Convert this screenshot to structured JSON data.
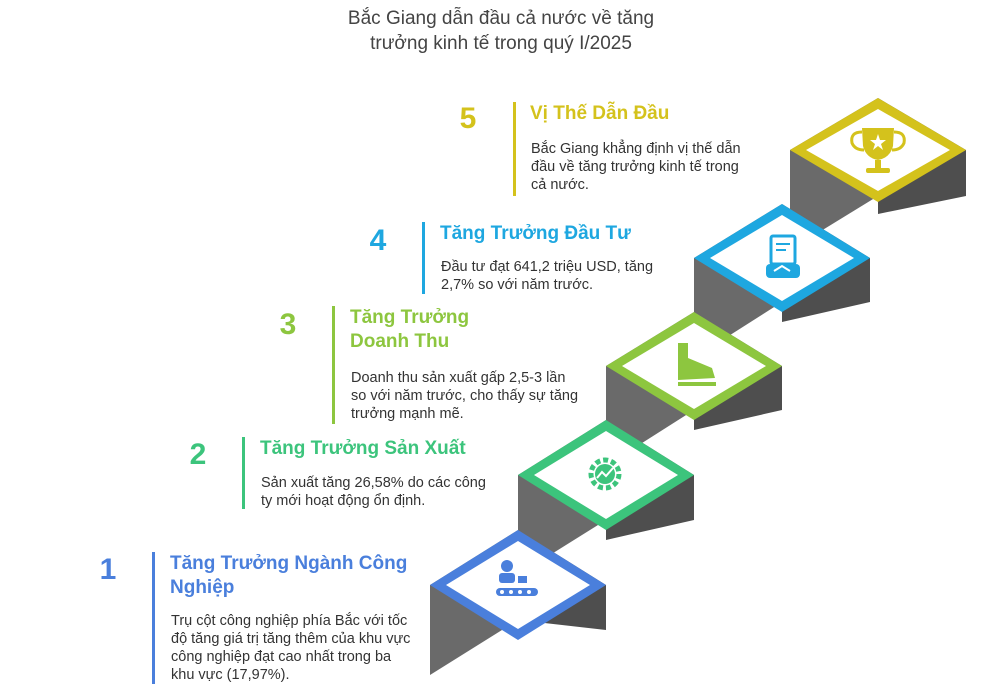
{
  "title": {
    "line1": "Bắc Giang dẫn đầu cả nước về tăng",
    "line2": "trưởng kinh tế trong quý I/2025"
  },
  "steps": [
    {
      "number": "1",
      "heading_line1": "Tăng Trưởng Ngành Công",
      "heading_line2": "Nghiệp",
      "desc_lines": [
        "Trụ cột công nghiệp phía Bắc với tốc",
        "độ tăng giá trị tăng thêm của khu vực",
        "công nghiệp đạt cao nhất trong ba",
        "khu vực (17,97%)."
      ],
      "color": "#4a7fdc",
      "icon": "factory-worker-conveyor-icon"
    },
    {
      "number": "2",
      "heading_line1": "Tăng Trưởng Sản Xuất",
      "heading_line2": "",
      "desc_lines": [
        "Sản xuất tăng 26,58% do các công",
        "ty mới hoạt động ổn định."
      ],
      "color": "#3cc47c",
      "icon": "gear-trend-icon"
    },
    {
      "number": "3",
      "heading_line1": "Tăng Trưởng",
      "heading_line2": "Doanh Thu",
      "desc_lines": [
        "Doanh thu sản xuất gấp 2,5-3 lần",
        "so với năm trước, cho thấy sự tăng",
        "trưởng mạnh mẽ."
      ],
      "color": "#8dc63f",
      "icon": "rising-chart-icon"
    },
    {
      "number": "4",
      "heading_line1": "Tăng Trưởng Đầu Tư",
      "heading_line2": "",
      "desc_lines": [
        "Đầu tư đạt 641,2 triệu USD, tăng",
        "2,7% so với năm trước."
      ],
      "color": "#1ea7e0",
      "icon": "contract-handshake-icon"
    },
    {
      "number": "5",
      "heading_line1": "Vị Thế Dẫn Đầu",
      "heading_line2": "",
      "desc_lines": [
        "Bắc Giang khẳng định vị thế dẫn",
        "đầu về tăng trưởng kinh tế trong",
        "cả nước."
      ],
      "color": "#d4c21c",
      "icon": "trophy-icon"
    }
  ]
}
